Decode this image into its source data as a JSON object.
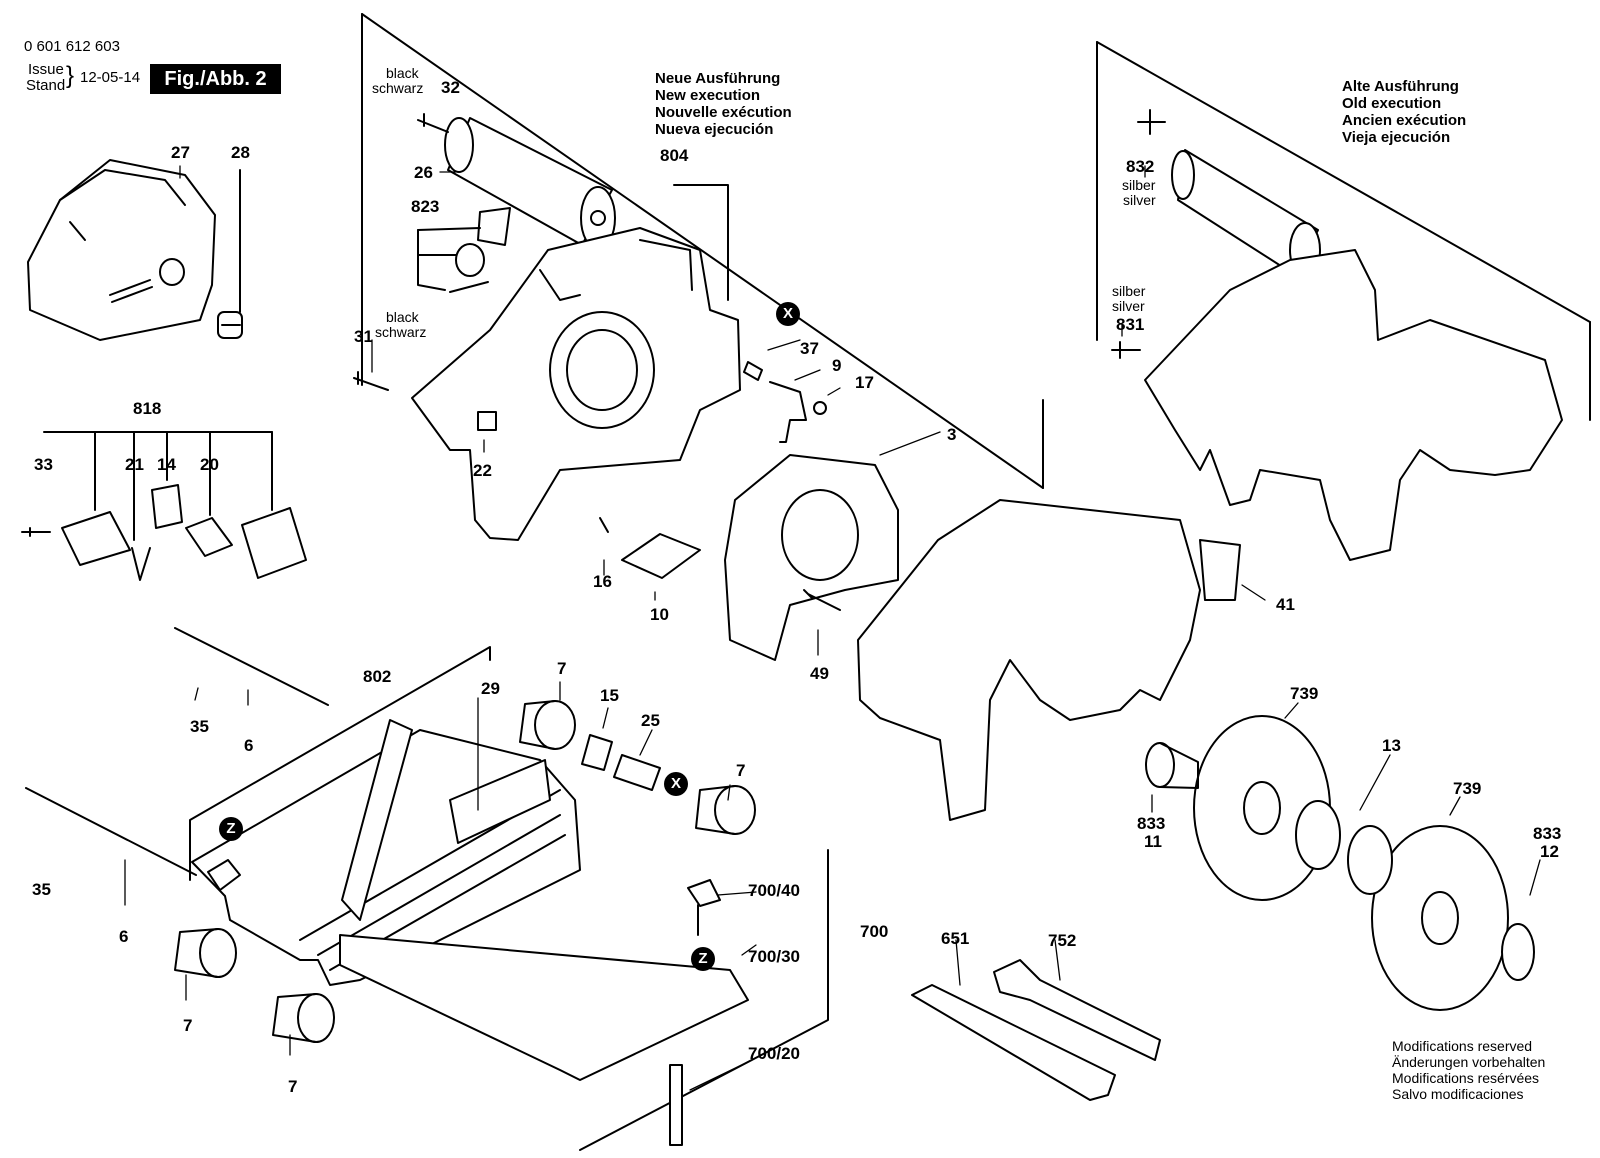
{
  "doc": {
    "part_number": "0 601 612 603",
    "issue": "Issue",
    "stand": "Stand",
    "date": "12-05-14",
    "figure": "Fig./Abb. 2"
  },
  "new_execution": [
    "Neue Ausführung",
    "New execution",
    "Nouvelle exécution",
    "Nueva ejecución"
  ],
  "old_execution": [
    "Alte Ausführung",
    "Old execution",
    "Ancien exécution",
    "Vieja ejecución"
  ],
  "color_notes": {
    "black": "black",
    "schwarz": "schwarz",
    "silber": "silber",
    "silver": "silver"
  },
  "markers": {
    "x": "X",
    "z": "Z"
  },
  "parts": {
    "p27": "27",
    "p28": "28",
    "p32": "32",
    "p26": "26",
    "p823": "823",
    "p804": "804",
    "p31": "31",
    "p22": "22",
    "p37": "37",
    "p9": "9",
    "p17": "17",
    "p3": "3",
    "p16": "16",
    "p10": "10",
    "p49": "49",
    "p41": "41",
    "p818": "818",
    "p33": "33",
    "p21": "21",
    "p14": "14",
    "p20": "20",
    "p832": "832",
    "p831": "831",
    "p802": "802",
    "p29": "29",
    "p7a": "7",
    "p15": "15",
    "p25": "25",
    "p7b": "7",
    "p35a": "35",
    "p6a": "6",
    "p35b": "35",
    "p6b": "6",
    "p7c": "7",
    "p7d": "7",
    "p700_40": "700/40",
    "p700_30": "700/30",
    "p700": "700",
    "p700_20": "700/20",
    "p739a": "739",
    "p13": "13",
    "p739b": "739",
    "p833a": "833",
    "p11": "11",
    "p833b": "833",
    "p12": "12",
    "p651": "651",
    "p752": "752"
  },
  "modifications": [
    "Modifications reserved",
    "Änderungen vorbehalten",
    "Modifications resérvées",
    "Salvo modificaciones"
  ]
}
